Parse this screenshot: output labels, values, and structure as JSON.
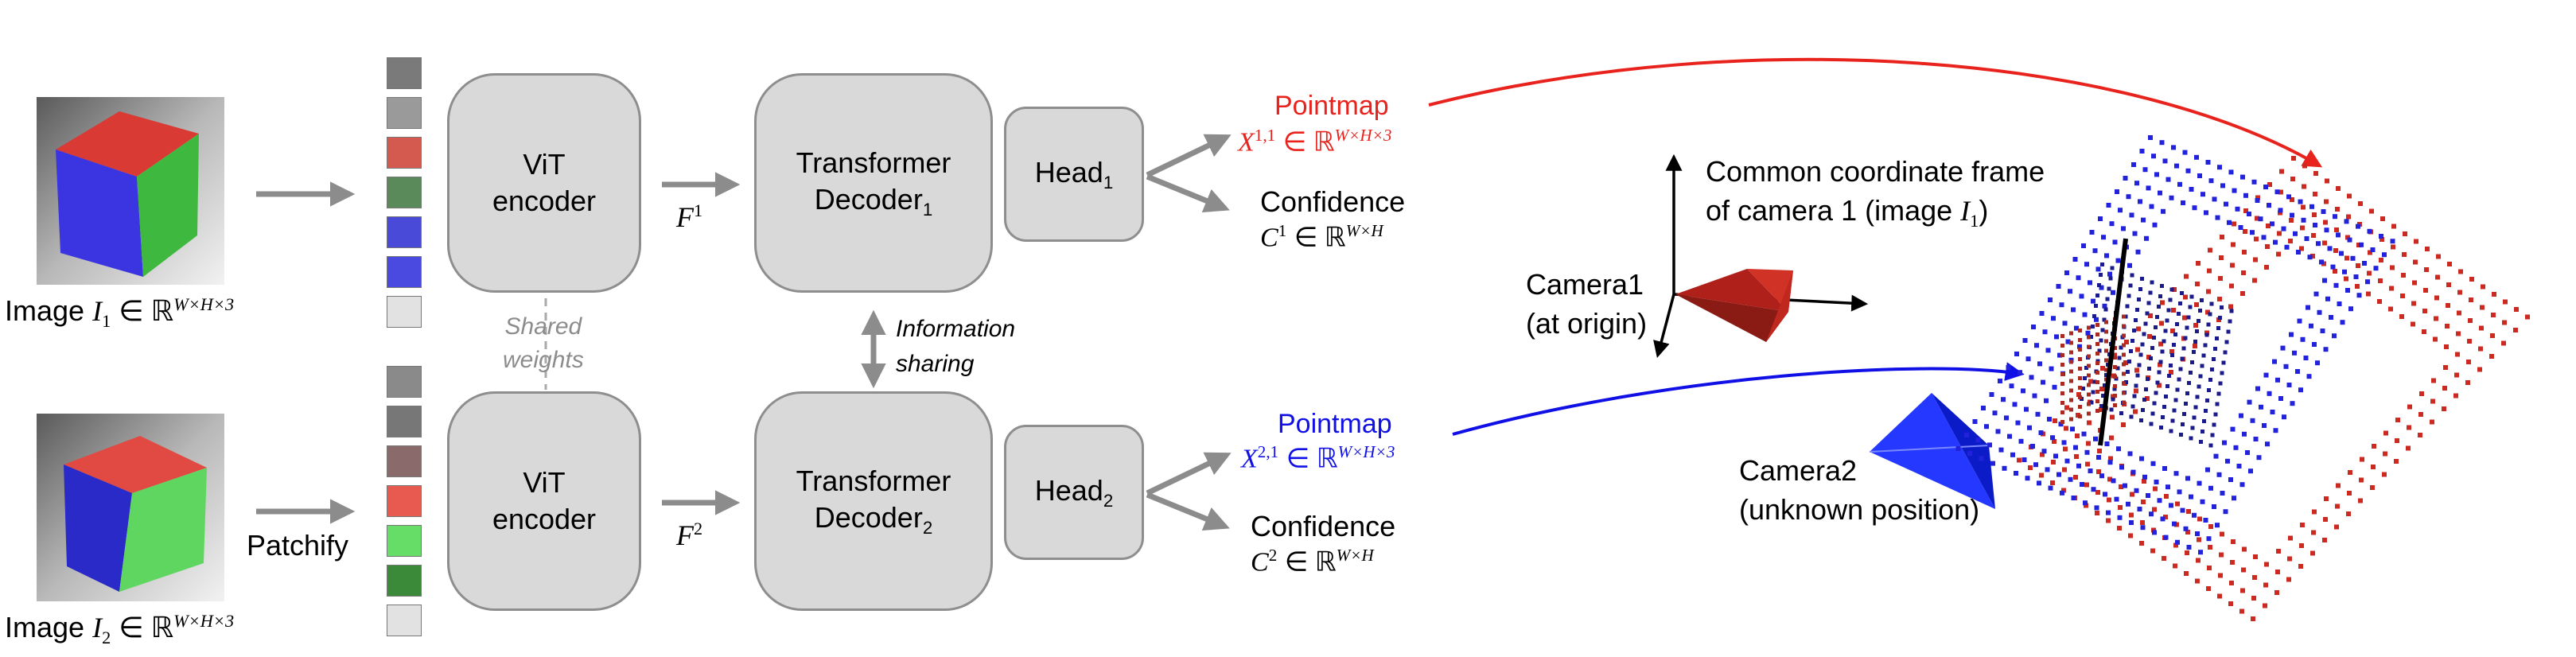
{
  "colors": {
    "arrow_gray": "#8c8c8c",
    "box_fill": "#d9d9d9",
    "pointmap_red": "#e8231d",
    "pointmap_blue": "#1010e6",
    "camera1": "#b0201a",
    "camera2": "#1a2cff"
  },
  "branch1": {
    "image_label": "Image",
    "image_symbol": "I",
    "image_sub": "1",
    "image_set": "∈ ℝ",
    "image_sup": "W×H×3",
    "encoder_line1": "ViT",
    "encoder_line2": "encoder",
    "feature_symbol": "F",
    "feature_sup": "1",
    "decoder_line1": "Transformer",
    "decoder_line2": "Decoder",
    "decoder_sub": "1",
    "head_label": "Head",
    "head_sub": "1",
    "pointmap_title": "Pointmap",
    "pointmap_symbol": "X",
    "pointmap_sup": "1,1",
    "pointmap_set": "∈ ℝ",
    "pointmap_set_sup": "W×H×3",
    "confidence_title": "Confidence",
    "confidence_symbol": "C",
    "confidence_sup": "1",
    "confidence_set": "∈ ℝ",
    "confidence_set_sup": "W×H"
  },
  "branch2": {
    "image_label": "Image",
    "image_symbol": "I",
    "image_sub": "2",
    "image_set": "∈ ℝ",
    "image_sup": "W×H×3",
    "patchify_label": "Patchify",
    "encoder_line1": "ViT",
    "encoder_line2": "encoder",
    "feature_symbol": "F",
    "feature_sup": "2",
    "decoder_line1": "Transformer",
    "decoder_line2": "Decoder",
    "decoder_sub": "2",
    "head_label": "Head",
    "head_sub": "2",
    "pointmap_title": "Pointmap",
    "pointmap_symbol": "X",
    "pointmap_sup": "2,1",
    "pointmap_set": "∈ ℝ",
    "pointmap_set_sup": "W×H×3",
    "confidence_title": "Confidence",
    "confidence_symbol": "C",
    "confidence_sup": "2",
    "confidence_set": "∈ ℝ",
    "confidence_set_sup": "W×H"
  },
  "shared": {
    "weights_line1": "Shared",
    "weights_line2": "weights",
    "info_line1": "Information",
    "info_line2": "sharing"
  },
  "scene": {
    "frame_line1": "Common coordinate frame",
    "frame_line2": "of camera 1 (image",
    "frame_symbol": "I",
    "frame_sub": "1",
    "frame_close": ")",
    "camera1_line1": "Camera1",
    "camera1_line2": "(at origin)",
    "camera2_line1": "Camera2",
    "camera2_line2": "(unknown position)"
  },
  "patches_top": [
    "#7a7a7a",
    "#9a9a9a",
    "#d45a4f",
    "#5a8a5a",
    "#4a4ad8",
    "#4a4ae0",
    "#e2e2e2"
  ],
  "patches_bottom": [
    "#8a8a8a",
    "#777777",
    "#8a6a6a",
    "#e85a50",
    "#66dd66",
    "#3a8a3a",
    "#e2e2e2"
  ]
}
